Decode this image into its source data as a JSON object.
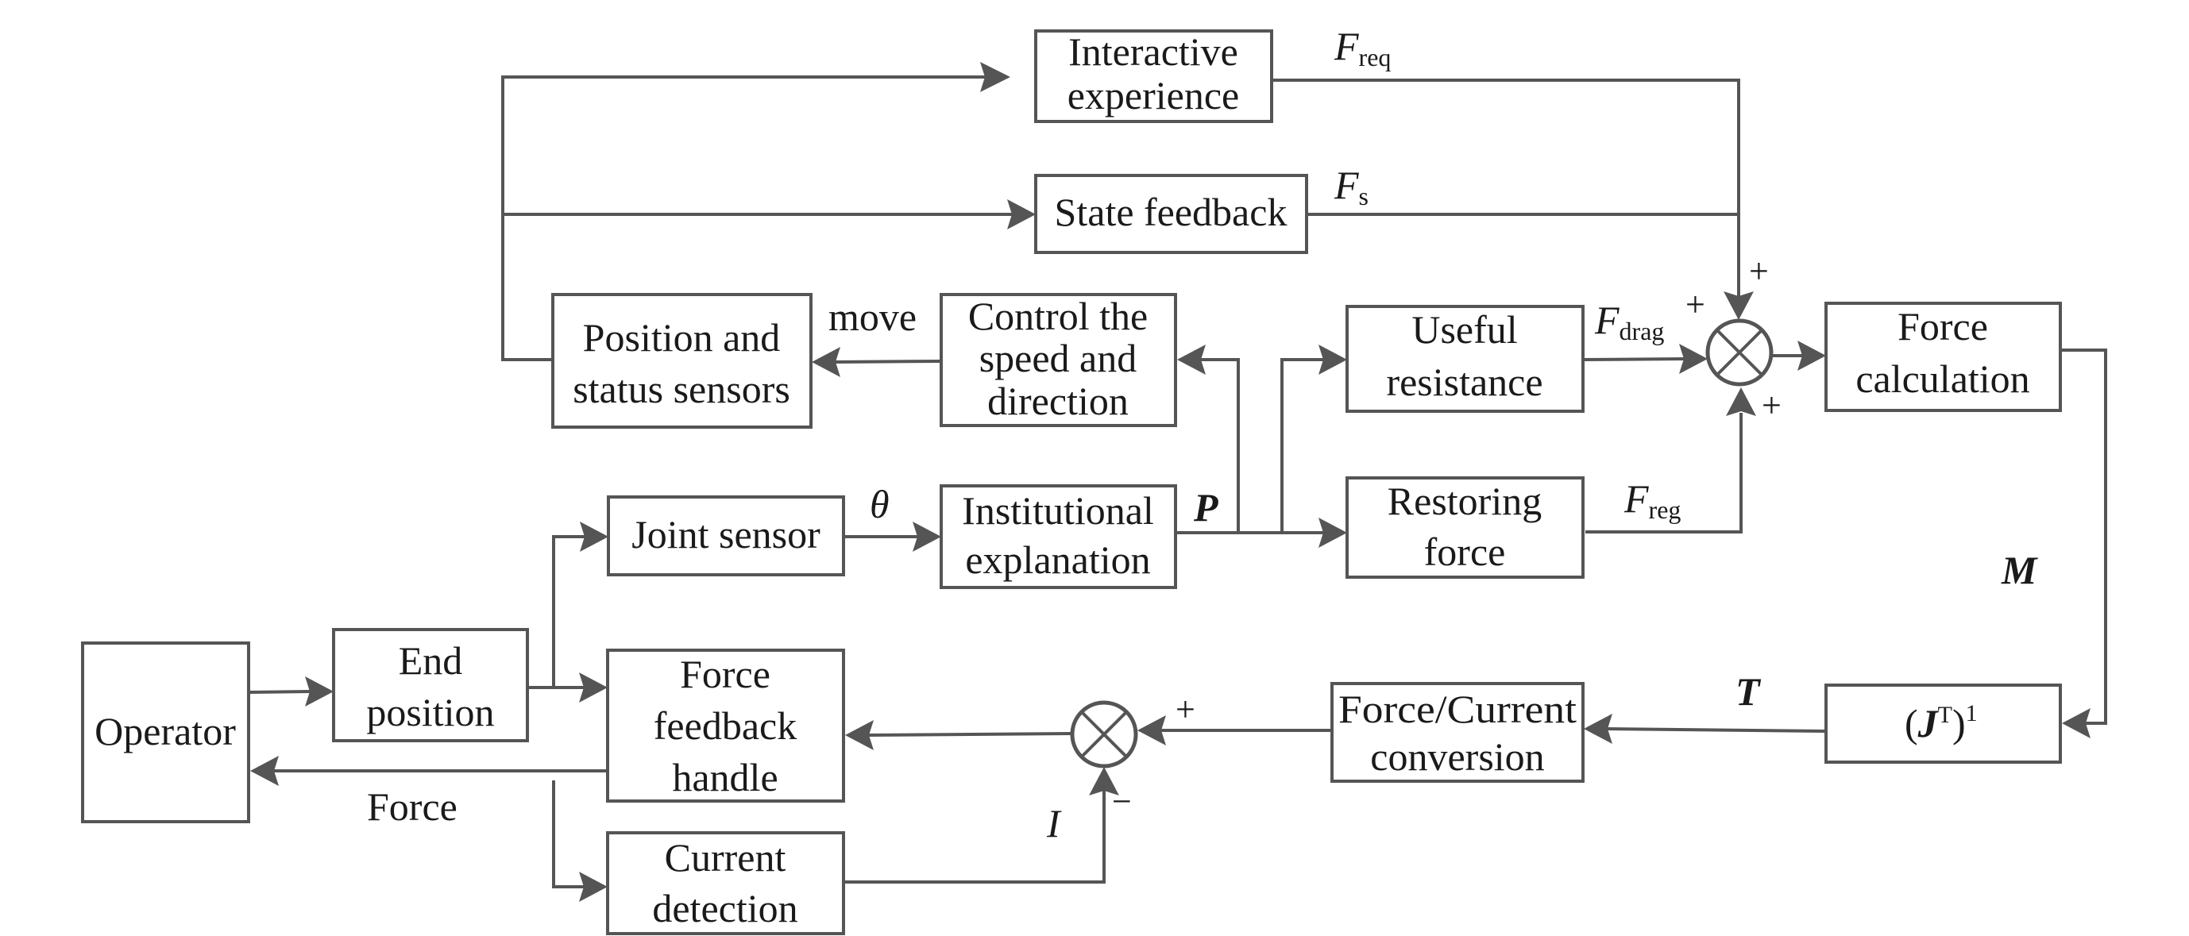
{
  "diagram": {
    "type": "block-diagram",
    "colors": {
      "line": "#555555",
      "text": "#1a1a1a",
      "background": "#ffffff"
    },
    "blocks": {
      "operator": [
        "Operator"
      ],
      "end_position": [
        "End",
        "position"
      ],
      "force_feedback_handle": [
        "Force",
        "feedback",
        "handle"
      ],
      "current_detection": [
        "Current",
        "detection"
      ],
      "joint_sensor": [
        "Joint sensor"
      ],
      "institutional_explanation": [
        "Institutional",
        "explanation"
      ],
      "position_status_sensors": [
        "Position and",
        "status sensors"
      ],
      "control_speed_direction": [
        "Control the",
        "speed and",
        "direction"
      ],
      "interactive_experience": [
        "Interactive",
        "experience"
      ],
      "state_feedback": [
        "State feedback"
      ],
      "useful_resistance": [
        "Useful",
        "resistance"
      ],
      "restoring_force": [
        "Restoring",
        "force"
      ],
      "force_calculation": [
        "Force",
        "calculation"
      ],
      "jacobian_inverse": {
        "open": "(",
        "J": "J",
        "T": "T",
        "close": ")",
        "exp": "1"
      },
      "force_current_conversion": [
        "Force/Current",
        "conversion"
      ]
    },
    "signals": {
      "f_req": {
        "main": "F",
        "sub": "req"
      },
      "f_s": {
        "main": "F",
        "sub": "s"
      },
      "f_drag": {
        "main": "F",
        "sub": "drag"
      },
      "f_reg": {
        "main": "F",
        "sub": "reg"
      },
      "move": "move",
      "theta": "θ",
      "p": "P",
      "m": "M",
      "t": "T",
      "i": "I",
      "force": "Force"
    },
    "signs": {
      "top_sum_top": "+",
      "top_sum_left": "+",
      "top_sum_bottom": "+",
      "bottom_sum_right": "+",
      "bottom_sum_bottom": "−"
    }
  }
}
